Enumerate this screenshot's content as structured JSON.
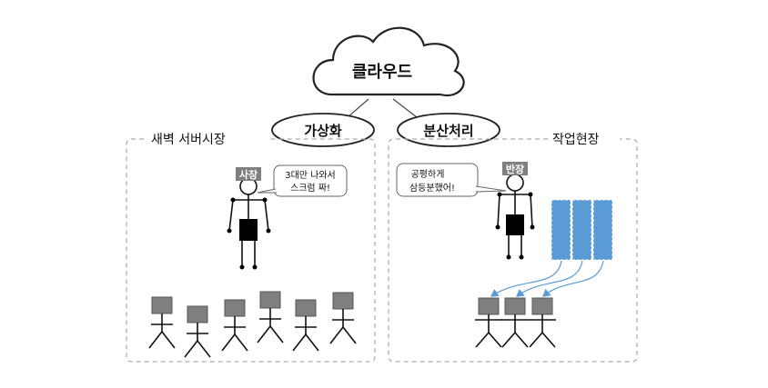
{
  "cloud": {
    "label": "클라우드"
  },
  "bubbles": {
    "virtualization": "가상화",
    "distributed": "분산처리"
  },
  "left_panel": {
    "title": "새벽 서버시장",
    "boss_tag": "사장",
    "speech_line1": "3대만 나와서",
    "speech_line2": "스크럼 짜!"
  },
  "right_panel": {
    "title": "작업현장",
    "foreman_tag": "반장",
    "speech_line1": "공평하게",
    "speech_line2": "삼등분했어!"
  },
  "colors": {
    "block": "#5b9bd5",
    "tag": "#7f7f7f",
    "dashed": "#aaaaaa",
    "arrow": "#5b9bd5"
  }
}
